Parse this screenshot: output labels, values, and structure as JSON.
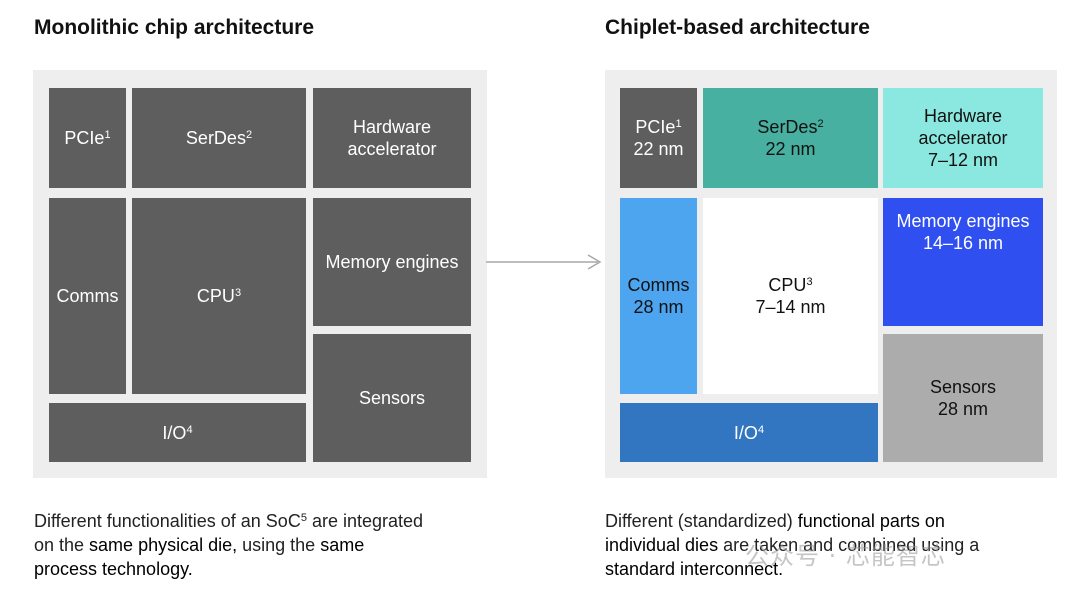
{
  "colors": {
    "dark_block": "#5e5e5e",
    "panel": "#eeeeee",
    "serdes": "#47b0a0",
    "hw_accel": "#8ae8e0",
    "comms": "#4da4ef",
    "memory": "#2f4ff0",
    "sensors": "#acacac",
    "io": "#3275c0",
    "cpu": "#ffffff"
  },
  "left": {
    "title": "Monolithic chip architecture",
    "blocks": {
      "pcie": "PCIe",
      "pcie_sup": "1",
      "serdes": "SerDes",
      "serdes_sup": "2",
      "hw_l1": "Hardware",
      "hw_l2": "accelerator",
      "comms": "Comms",
      "cpu": "CPU",
      "cpu_sup": "3",
      "memory": "Memory engines",
      "sensors": "Sensors",
      "io": "I/O",
      "io_sup": "4"
    },
    "caption": {
      "p1": "Different functionalities of an SoC",
      "sup": "5",
      "p2": " are integrated on the ",
      "b1": "same physical die,",
      "p3": " using the ",
      "b2": "same process technology."
    }
  },
  "right": {
    "title": "Chiplet-based architecture",
    "blocks": {
      "pcie": "PCIe",
      "pcie_sup": "1",
      "pcie_nm": "22 nm",
      "serdes": "SerDes",
      "serdes_sup": "2",
      "serdes_nm": "22 nm",
      "hw_l1": "Hardware",
      "hw_l2": "accelerator",
      "hw_nm": "7–12 nm",
      "comms": "Comms",
      "comms_nm": "28 nm",
      "cpu": "CPU",
      "cpu_sup": "3",
      "cpu_nm": "7–14 nm",
      "memory": "Memory engines",
      "memory_nm": "14–16 nm",
      "sensors": "Sensors",
      "sensors_nm": "28 nm",
      "io": "I/O",
      "io_sup": "4"
    },
    "caption": {
      "p1": "Different (standardized) ",
      "b1": "functional parts on individual dies",
      "p2": " are taken and combined using a ",
      "b2": "standard interconnect."
    }
  },
  "watermark": "公众号 · 芯能智芯"
}
